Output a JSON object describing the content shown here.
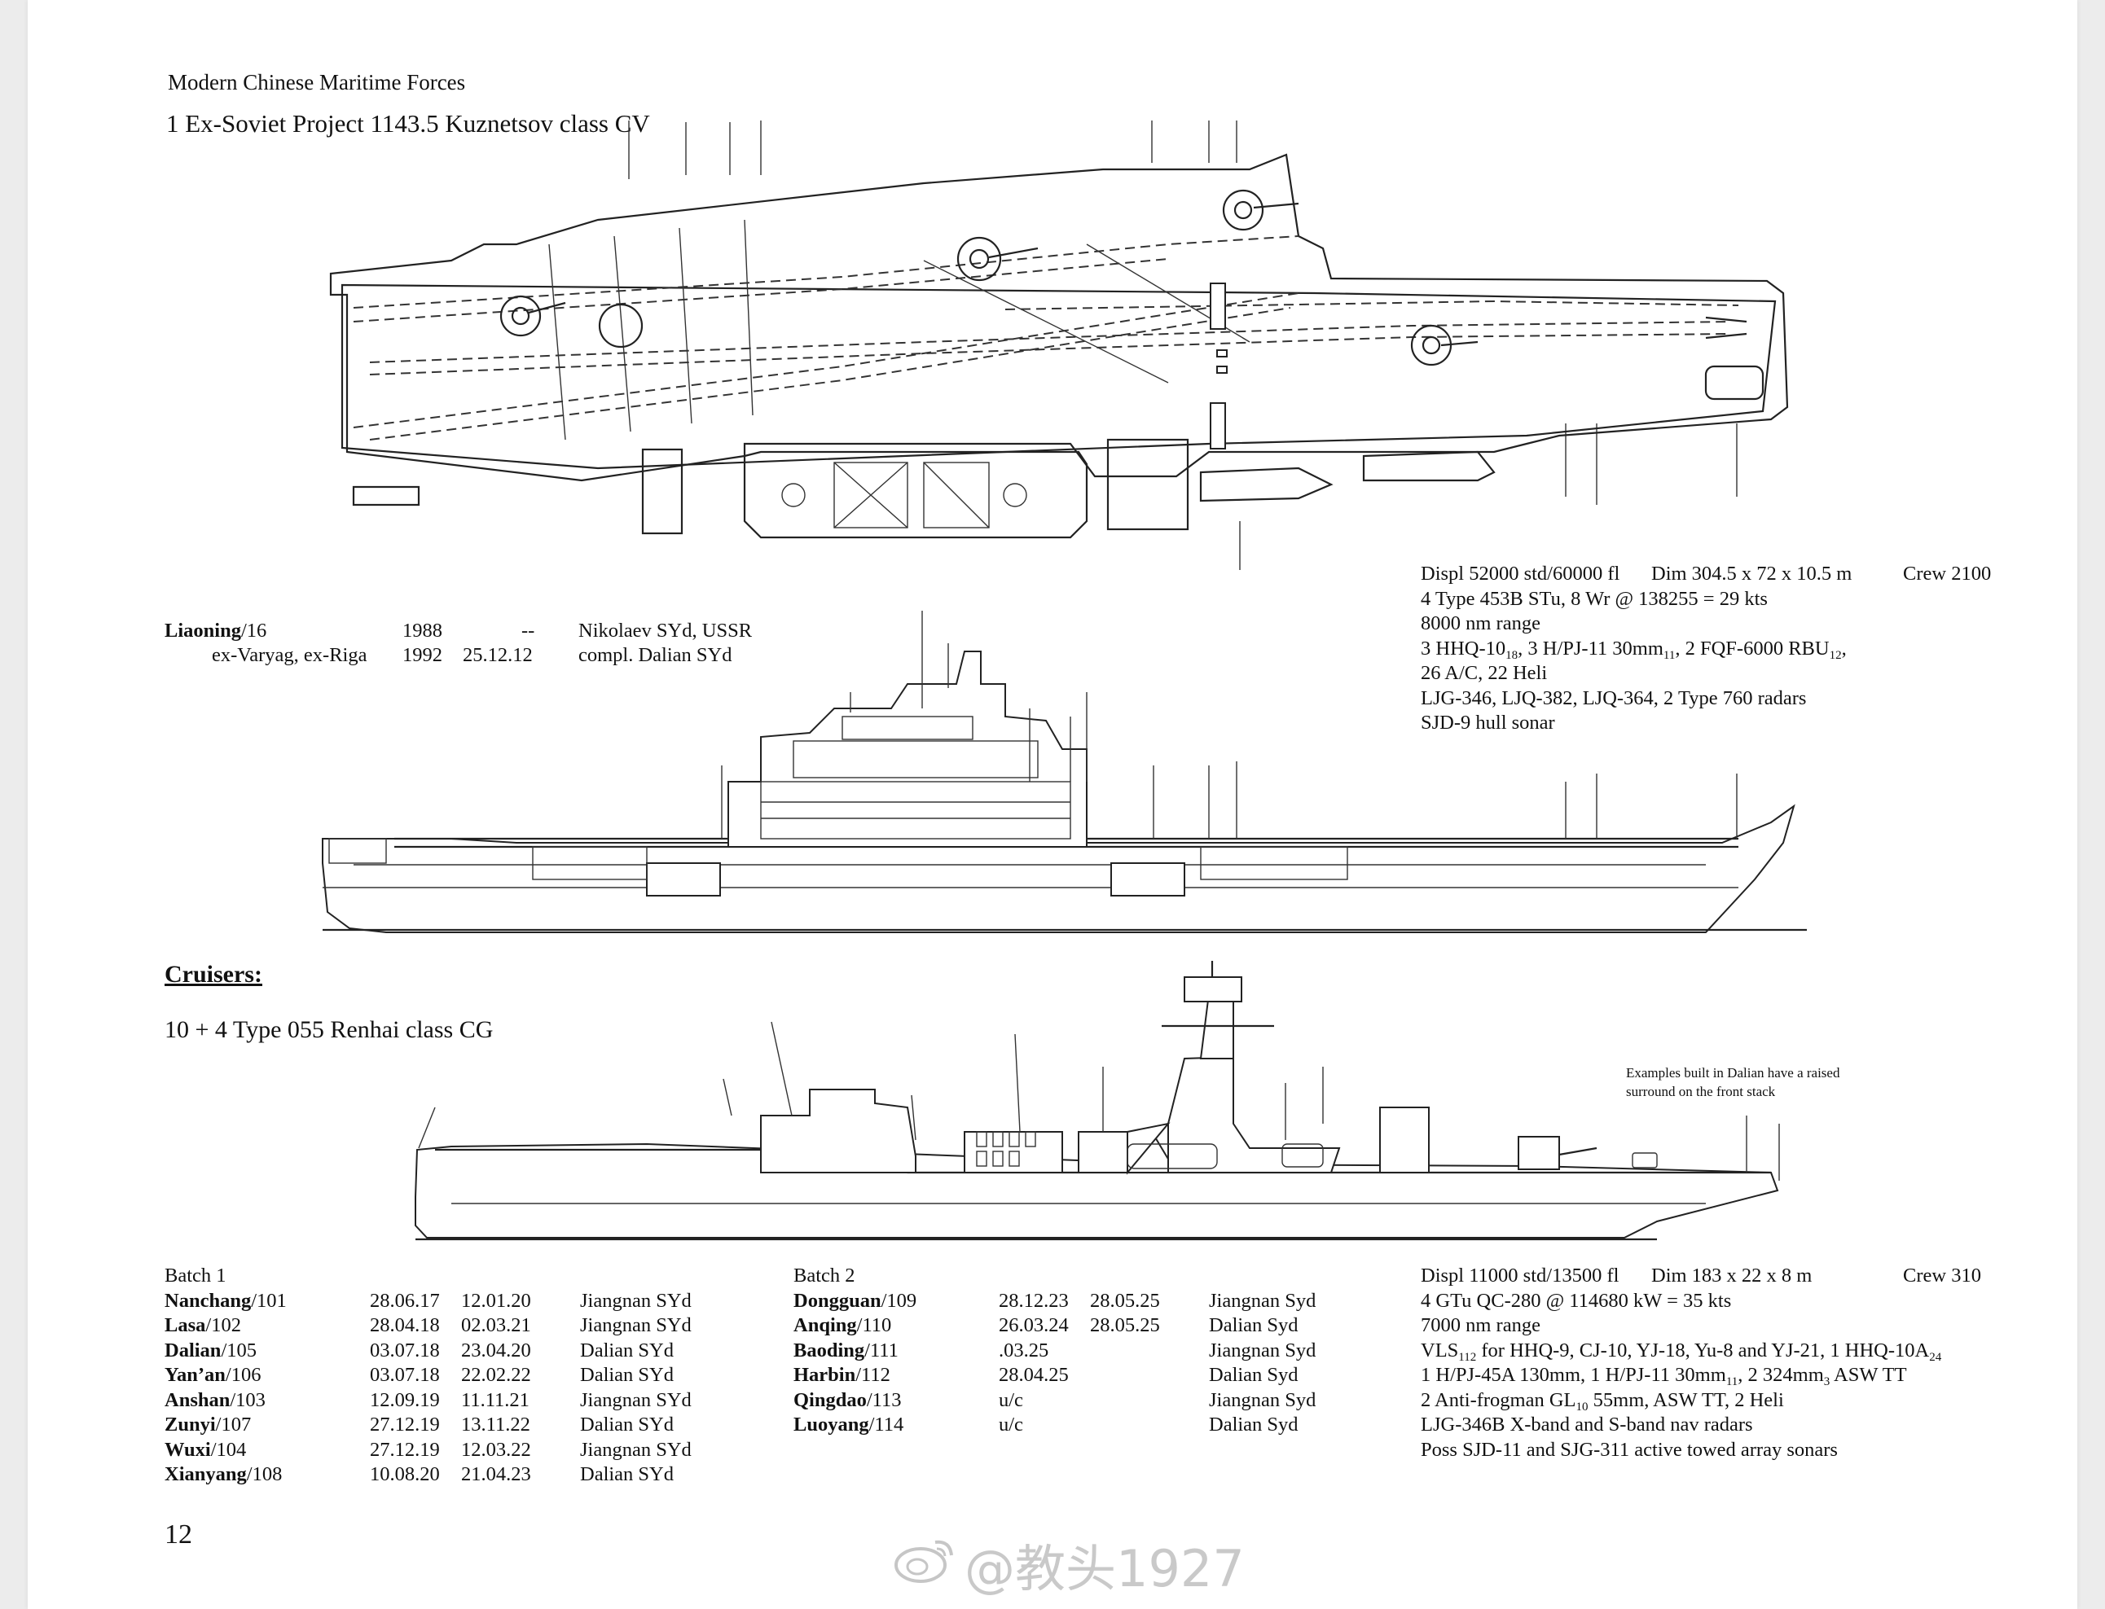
{
  "page": {
    "running_head": "Modern Chinese Maritime Forces",
    "page_number": "12"
  },
  "carrier": {
    "heading": "1 Ex-Soviet Project 1143.5 Kuznetsov class CV",
    "ship_row1": {
      "name": "Liaoning",
      "pennant": "/16",
      "laid_down": "1988",
      "commissioned": "--",
      "builder": "Nikolaev SYd, USSR"
    },
    "ship_row2": {
      "name": "ex-Varyag, ex-Riga",
      "laid_down": "1992",
      "commissioned": "25.12.12",
      "builder": "compl. Dalian SYd"
    },
    "specs": {
      "displ": "Displ 52000 std/60000 fl",
      "dim": "Dim 304.5 x 72 x 10.5 m",
      "crew": "Crew 2100",
      "propulsion": "4 Type 453B STu, 8 Wr @ 138255 = 29 kts",
      "range": "8000 nm range",
      "arm_a": "3 HHQ-10",
      "arm_a_sub": "18",
      "arm_b": ", 3 H/PJ-11 30mm",
      "arm_b_sub": "11",
      "arm_c": ", 2 FQF-6000 RBU",
      "arm_c_sub": "12",
      "arm_d": ",",
      "aircraft": "26 A/C, 22 Heli",
      "radars": "LJG-346, LJQ-382, LJQ-364, 2 Type 760 radars",
      "sonar": "SJD-9 hull sonar"
    }
  },
  "cruisers": {
    "section_heading": "Cruisers:",
    "class_heading": "10 + 4 Type 055 Renhai class CG",
    "note_line1": "Examples built in Dalian have a raised",
    "note_line2": "surround on the front stack",
    "batch1": {
      "label": "Batch 1",
      "rows": [
        {
          "name": "Nanchang",
          "pennant": "/101",
          "laid": "28.06.17",
          "comm": "12.01.20",
          "builder": "Jiangnan SYd"
        },
        {
          "name": "Lasa",
          "pennant": "/102",
          "laid": "28.04.18",
          "comm": "02.03.21",
          "builder": "Jiangnan SYd"
        },
        {
          "name": "Dalian",
          "pennant": "/105",
          "laid": "03.07.18",
          "comm": "23.04.20",
          "builder": "Dalian SYd"
        },
        {
          "name": "Yan’an",
          "pennant": "/106",
          "laid": "03.07.18",
          "comm": "22.02.22",
          "builder": "Dalian SYd"
        },
        {
          "name": "Anshan",
          "pennant": "/103",
          "laid": "12.09.19",
          "comm": "11.11.21",
          "builder": "Jiangnan SYd"
        },
        {
          "name": "Zunyi",
          "pennant": "/107",
          "laid": "27.12.19",
          "comm": "13.11.22",
          "builder": "Dalian SYd"
        },
        {
          "name": "Wuxi",
          "pennant": "/104",
          "laid": "27.12.19",
          "comm": "12.03.22",
          "builder": "Jiangnan SYd"
        },
        {
          "name": "Xianyang",
          "pennant": "/108",
          "laid": "10.08.20",
          "comm": "21.04.23",
          "builder": "Dalian SYd"
        }
      ]
    },
    "batch2": {
      "label": "Batch 2",
      "rows": [
        {
          "name": "Dongguan",
          "pennant": "/109",
          "laid": "28.12.23",
          "comm": "28.05.25",
          "builder": "Jiangnan Syd"
        },
        {
          "name": "Anqing",
          "pennant": "/110",
          "laid": "26.03.24",
          "comm": "28.05.25",
          "builder": "Dalian Syd"
        },
        {
          "name": "Baoding",
          "pennant": "/111",
          "laid": ".03.25",
          "comm": "",
          "builder": "Jiangnan Syd"
        },
        {
          "name": "Harbin",
          "pennant": "/112",
          "laid": "28.04.25",
          "comm": "",
          "builder": "Dalian Syd"
        },
        {
          "name": "Qingdao",
          "pennant": "/113",
          "laid": "u/c",
          "comm": "",
          "builder": "Jiangnan Syd"
        },
        {
          "name": "Luoyang",
          "pennant": "/114",
          "laid": "u/c",
          "comm": "",
          "builder": "Dalian Syd"
        }
      ]
    },
    "specs": {
      "displ": "Displ 11000 std/13500 fl",
      "dim": "Dim 183 x 22 x 8 m",
      "crew": "Crew 310",
      "propulsion": "4 GTu QC-280 @ 114680 kW = 35 kts",
      "range": "7000 nm range",
      "vls_a": "VLS",
      "vls_a_sub": "112",
      "vls_b": " for HHQ-9, CJ-10, YJ-18, Yu-8 and YJ-21, 1 HHQ-10A",
      "vls_b_sub": "24",
      "guns_a": "1 H/PJ-45A 130mm, 1 H/PJ-11 30mm",
      "guns_a_sub": "11",
      "guns_b": ", 2 324mm",
      "guns_b_sub": "3",
      "guns_c": " ASW TT",
      "frog_a": "2 Anti-frogman GL",
      "frog_a_sub": "10",
      "frog_b": " 55mm, ASW TT, 2 Heli",
      "radars": "LJG-346B X-band and S-band nav radars",
      "sonar": "Poss SJD-11 and SJG-311 active towed array sonars"
    }
  },
  "watermark": {
    "text": "@教头1927",
    "icon": "weibo-logo-icon"
  }
}
